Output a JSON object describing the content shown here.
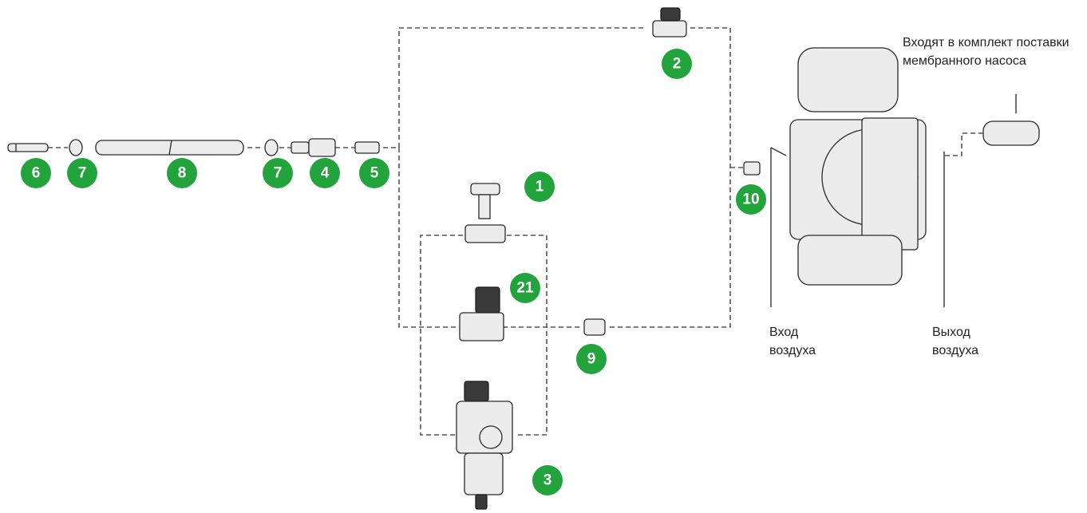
{
  "captions": {
    "kit_line1": "Входят в комплект поставки",
    "kit_line2": "мембранного насоса",
    "air_inlet_line1": "Вход",
    "air_inlet_line2": "воздуха",
    "air_outlet_line1": "Выход",
    "air_outlet_line2": "воздуха"
  },
  "callouts": [
    "1",
    "2",
    "3",
    "4",
    "5",
    "6",
    "7",
    "8",
    "7",
    "9",
    "10",
    "21"
  ],
  "colors": {
    "badge": "#22a33c",
    "badge_text": "#ffffff",
    "line": "#555555"
  }
}
